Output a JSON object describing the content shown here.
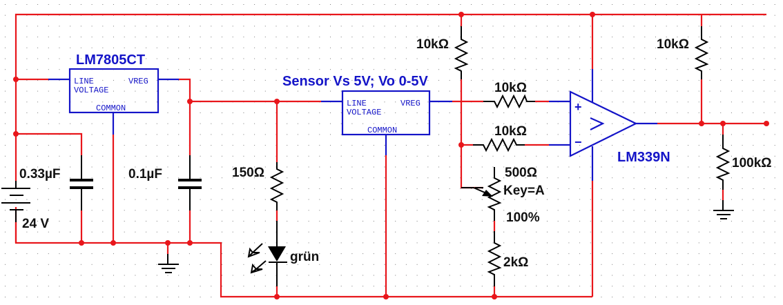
{
  "schematic": {
    "colors": {
      "wire": "#e8161b",
      "component": "#1414c8",
      "passive": "#000000",
      "background": "#ffffff"
    },
    "regulator": {
      "name": "LM7805CT",
      "pins": {
        "line": "LINE",
        "voltage": "VOLTAGE",
        "vreg": "VREG",
        "common": "COMMON"
      }
    },
    "sensor": {
      "name": "Sensor Vs 5V;  Vo 0-5V",
      "pins": {
        "line": "LINE",
        "voltage": "VOLTAGE",
        "vreg": "VREG",
        "common": "COMMON"
      }
    },
    "comparator": {
      "name": "LM339N",
      "plus": "+",
      "minus": "−",
      "symbol": ">"
    },
    "battery": {
      "label": "24 V"
    },
    "capacitors": [
      {
        "id": "c1",
        "label": "0.33µF"
      },
      {
        "id": "c2",
        "label": "0.1µF"
      }
    ],
    "resistors": [
      {
        "id": "r-led",
        "label": "150Ω"
      },
      {
        "id": "r-pullup-left",
        "label": "10kΩ"
      },
      {
        "id": "r-plus",
        "label": "10kΩ"
      },
      {
        "id": "r-minus",
        "label": "10kΩ"
      },
      {
        "id": "r-pullup-out",
        "label": "10kΩ"
      },
      {
        "id": "r-load",
        "label": "100kΩ"
      },
      {
        "id": "r-bottom",
        "label": "2kΩ"
      }
    ],
    "potentiometer": {
      "value": "500Ω",
      "key": "Key=A",
      "setting": "100%"
    },
    "led": {
      "label": "grün"
    }
  }
}
